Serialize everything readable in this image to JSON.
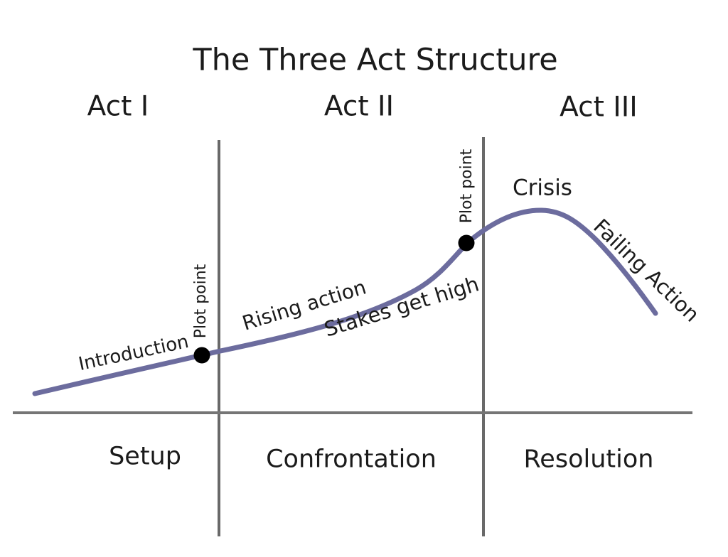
{
  "diagram": {
    "title": "The Three Act Structure",
    "acts": [
      {
        "label": "Act I"
      },
      {
        "label": "Act II"
      },
      {
        "label": "Act III"
      }
    ],
    "phases": [
      {
        "label": "Setup"
      },
      {
        "label": "Confrontation"
      },
      {
        "label": "Resolution"
      }
    ],
    "annotations": {
      "introduction": "Introduction",
      "plot_point_1": "Plot point",
      "rising_action": "Rising action",
      "stakes_get_high": "Stakes get high",
      "plot_point_2": "Plot point",
      "crisis": "Crisis",
      "failing_action": "Failing Action"
    },
    "colors": {
      "bg": "#ffffff",
      "text": "#1b1b1b",
      "curve": "#6c6c9e",
      "axis": "#757575",
      "divider": "#696969",
      "dot": "#000000"
    }
  }
}
